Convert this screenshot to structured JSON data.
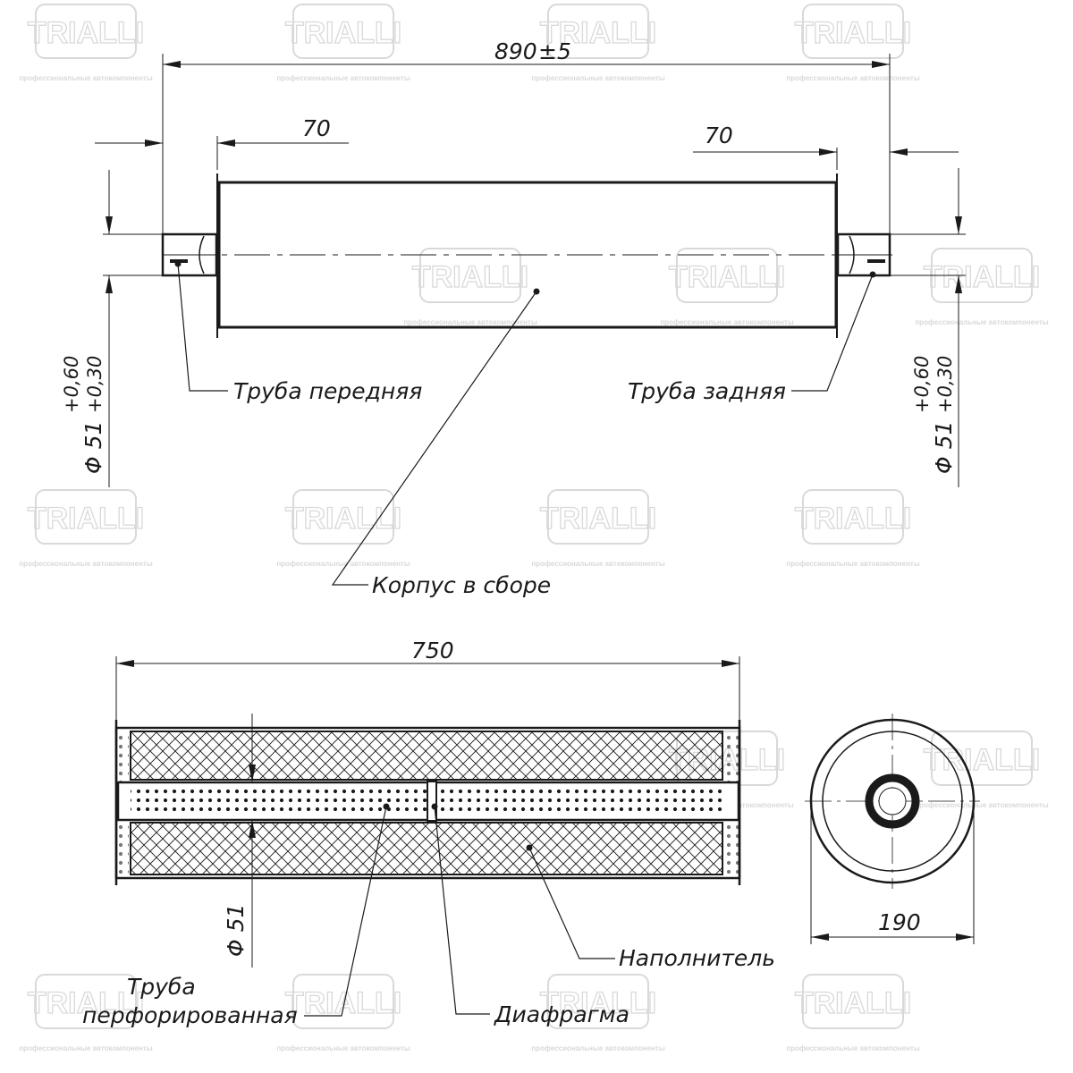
{
  "watermark": {
    "brand": "TRIALLI",
    "tagline": "профессиональные автокомпоненты",
    "color": "#d9d9d9"
  },
  "dimensions": {
    "overall_length": "890",
    "overall_tolerance": "±5",
    "front_pipe_length": "70",
    "rear_pipe_length": "70",
    "pipe_diameter_left": "Φ 51",
    "pipe_tolerance_left_upper": "+0,60",
    "pipe_tolerance_left_lower": "+0,30",
    "pipe_diameter_right": "Φ 51",
    "pipe_tolerance_right_upper": "+0,60",
    "pipe_tolerance_right_lower": "+0,30",
    "body_length": "750",
    "perforated_diameter": "Φ 51",
    "body_diameter": "190"
  },
  "labels": {
    "front_pipe": "Труба передняя",
    "rear_pipe": "Труба задняя",
    "body_assembly": "Корпус в сборе",
    "perforated_pipe_line1": "Труба",
    "perforated_pipe_line2": "перфорированная",
    "diaphragm": "Диафрагма",
    "filler": "Наполнитель"
  },
  "colors": {
    "line": "#1a1a1a",
    "watermark": "#d9d9d9"
  }
}
